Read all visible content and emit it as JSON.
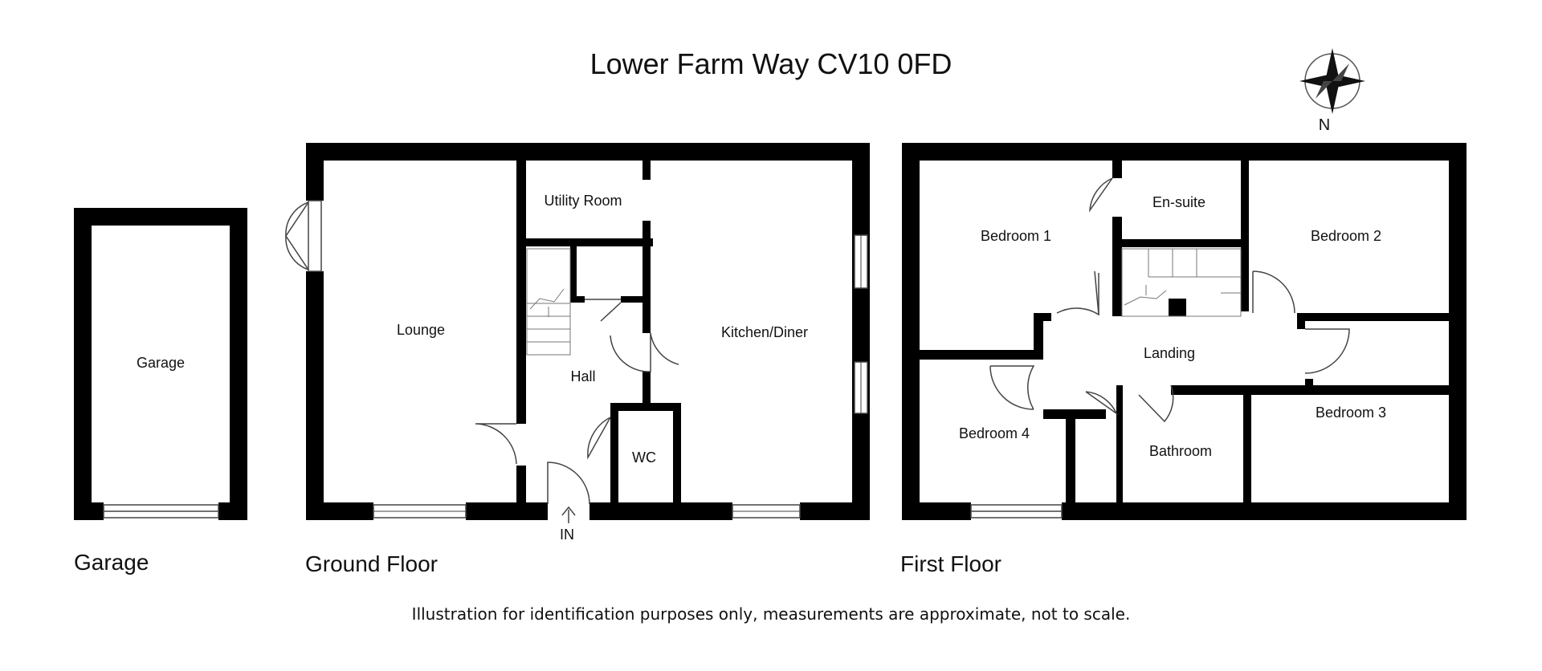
{
  "title": "Lower Farm Way CV10 0FD",
  "compass": {
    "north_label": "N"
  },
  "floors": {
    "garage": {
      "label": "Garage",
      "rooms": {
        "garage": "Garage"
      }
    },
    "ground": {
      "label": "Ground Floor",
      "rooms": {
        "lounge": "Lounge",
        "utility": "Utility Room",
        "hall": "Hall",
        "kitchen": "Kitchen/Diner",
        "wc": "WC"
      },
      "entrance": "IN"
    },
    "first": {
      "label": "First Floor",
      "rooms": {
        "bedroom1": "Bedroom 1",
        "ensuite": "En-suite",
        "bedroom2": "Bedroom 2",
        "landing": "Landing",
        "bedroom4": "Bedroom 4",
        "bathroom": "Bathroom",
        "bedroom3": "Bedroom 3"
      }
    }
  },
  "disclaimer": "Illustration for identification purposes only, measurements are approximate, not to scale.",
  "colors": {
    "wall": "#000000",
    "line": "#444444",
    "background": "#ffffff"
  }
}
